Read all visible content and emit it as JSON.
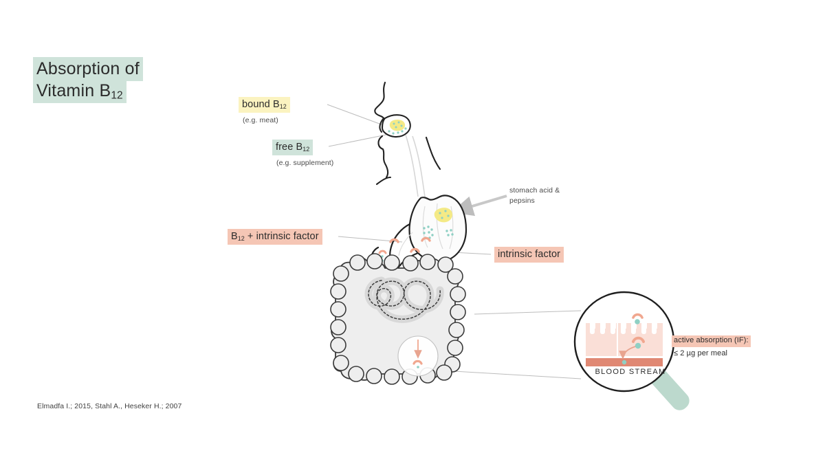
{
  "title": {
    "line1": "Absorption of",
    "line2_main": "Vitamin B",
    "line2_sub": "12"
  },
  "labels": {
    "bound_b12": {
      "text_main": "bound B",
      "text_sub": "12",
      "caption": "(e.g. meat)",
      "color": "#fbf3c0"
    },
    "free_b12": {
      "text_main": "free B",
      "text_sub": "12",
      "caption": "(e.g. supplement)",
      "color": "#cfe3da"
    },
    "b12_intrinsic_factor": {
      "text_main": "B",
      "text_sub": "12",
      "text_rest": " + intrinsic factor",
      "color": "#f5c6b5"
    },
    "intrinsic_factor": {
      "text": "intrinsic factor",
      "color": "#f5c6b5"
    },
    "stomach_acid": {
      "line1": "stomach acid &",
      "line2": "pepsins"
    },
    "active_absorption": {
      "heading": "active absorption (IF):",
      "dose": "≤ 2 µg per meal",
      "color": "#f5c6b5"
    },
    "blood_stream": {
      "text": "BLOOD STREAM"
    }
  },
  "citation": {
    "text": "Elmadfa I.; 2015, Stahl A., Heseker H.; 2007"
  },
  "palette": {
    "mint": "#cfe3da",
    "yellow": "#fbf3c0",
    "salmon": "#f5c6b5",
    "blood": "#e08873",
    "villi": "#fadfd7",
    "teal_dot": "#8fd0c4",
    "organ_fill": "#eeeeee",
    "outline": "#2b2b2b",
    "leader": "#b9b9b9"
  },
  "diagram": {
    "organs": [
      "head-profile",
      "esophagus",
      "stomach",
      "duodenum",
      "small-intestine",
      "large-intestine"
    ],
    "particles": {
      "bound_b12": "yellow blob with teal specks",
      "free_b12": "teal specks",
      "b12_if_complex": "salmon crescent with teal dot"
    },
    "magnifier": {
      "contents": [
        "intestinal-villi",
        "b12-if-particles",
        "absorption-arrow",
        "blood-stream-band"
      ]
    }
  }
}
